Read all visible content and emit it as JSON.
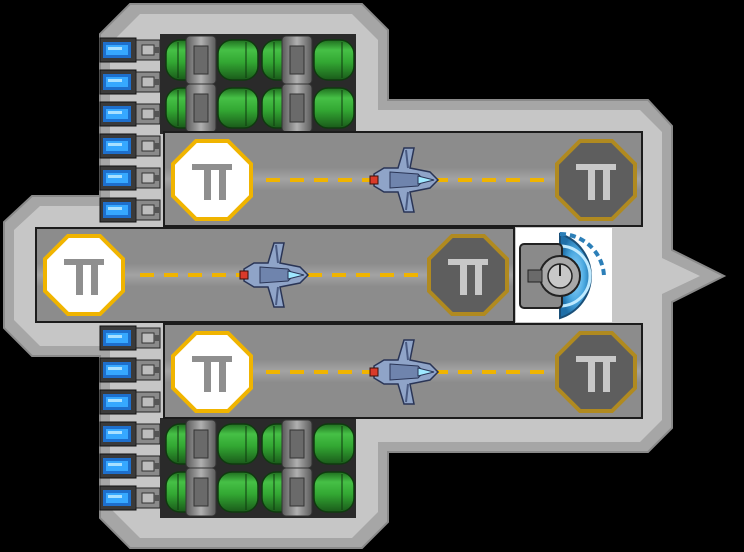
{
  "colors": {
    "background": "#000000",
    "hull_outer": "#9a9a9a",
    "hull_inner": "#c2c2c2",
    "runway": "#8f8f8f",
    "runway_stripe": "#9c9c9c",
    "runway_border": "#1c1c1c",
    "center_dash": "#f0b400",
    "octagon_active_fill": "#ffffff",
    "octagon_active_border": "#f0b400",
    "octagon_active_glyph": "#8f8f8f",
    "octagon_idle_fill": "#5e5e5e",
    "octagon_idle_border": "#b08a20",
    "octagon_idle_glyph": "#c8c8c8",
    "tank_green": "#33a833",
    "tank_green_dark": "#1f6e1f",
    "pipe_grey": "#7a7a7a",
    "battery_blue": "#1e90ff",
    "battery_case": "#3a3a3a",
    "turret_ring": "#5ab4e6",
    "turret_ring_dark": "#2c7fb8",
    "fighter_body": "#8fa4c8",
    "fighter_dark": "#4a5b82",
    "fighter_engine": "#d93a2a",
    "fighter_nose": "#9fe8ff"
  },
  "icons": {
    "launch_pad_active": "hangar-launch-icon-active",
    "launch_pad_idle": "hangar-launch-icon-idle",
    "fighter": "fighter-ship-icon",
    "turret": "turret-icon",
    "battery": "battery-cell-icon",
    "fuel_tank": "fuel-tank-icon"
  },
  "hangar_lanes": [
    {
      "name": "upper-lane",
      "fighters": 1
    },
    {
      "name": "middle-lane",
      "fighters": 1
    },
    {
      "name": "lower-lane",
      "fighters": 1
    }
  ],
  "battery_cells": 12,
  "fuel_tank_clusters": 4,
  "turrets": 1
}
